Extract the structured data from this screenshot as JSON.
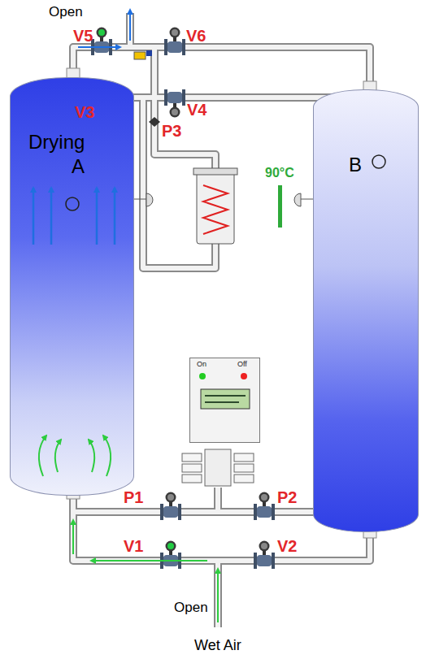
{
  "diagram": {
    "nodes": [
      {
        "text": [
          "Drying",
          "A"
        ]
      },
      {
        "text": [
          "B"
        ]
      },
      {
        "text": [
          "On",
          "Off"
        ]
      }
    ],
    "labels": [
      "Open",
      "V5",
      "V6",
      "V3",
      "V4",
      "P3",
      "90°C",
      "P1",
      "P2",
      "V1",
      "V2",
      "Open",
      "Wet Air"
    ]
  }
}
